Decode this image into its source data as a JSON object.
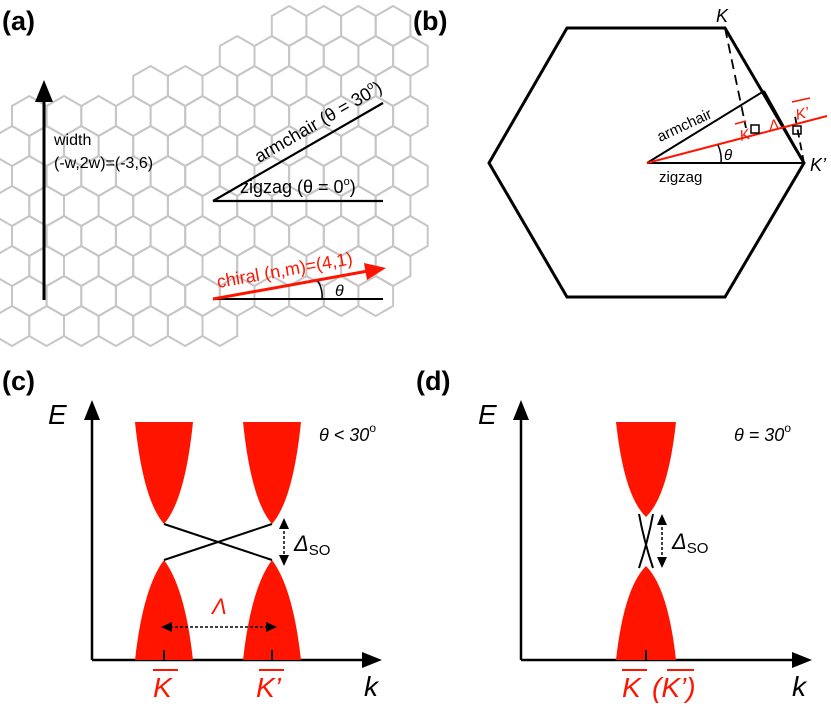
{
  "panels": {
    "a": {
      "label": "(a)",
      "width_label": "width",
      "width_vector": "(-w,2w)=(-3,6)",
      "armchair": "armchair (θ = 30",
      "armchair_end": ")",
      "zigzag": "zigzag (θ = 0",
      "zigzag_end": ")",
      "degree": "o",
      "chiral": "chiral (n,m)=(4,1)",
      "theta": "θ"
    },
    "b": {
      "label": "(b)",
      "K": "K",
      "K_prime": "K’",
      "armchair": "armchair",
      "zigzag": "zigzag",
      "theta": "θ",
      "Kbar": "K",
      "Kbar_prime": "K’",
      "Lambda": "Λ"
    },
    "c": {
      "label": "(c)",
      "E": "E",
      "k": "k",
      "condition": "θ < 30",
      "degree": "o",
      "delta": "Δ",
      "delta_sub": "SO",
      "Lambda": "Λ",
      "Kbar": "K",
      "Kbar_prime": "K’"
    },
    "d": {
      "label": "(d)",
      "E": "E",
      "k": "k",
      "condition": "θ = 30",
      "degree": "o",
      "delta": "Δ",
      "delta_sub": "SO",
      "Kbar": "K",
      "Kbar_prime_paren": "(K’)"
    }
  },
  "colors": {
    "red": "#ff1400",
    "lattice": "#c6c6c6",
    "ink": "#000000"
  }
}
